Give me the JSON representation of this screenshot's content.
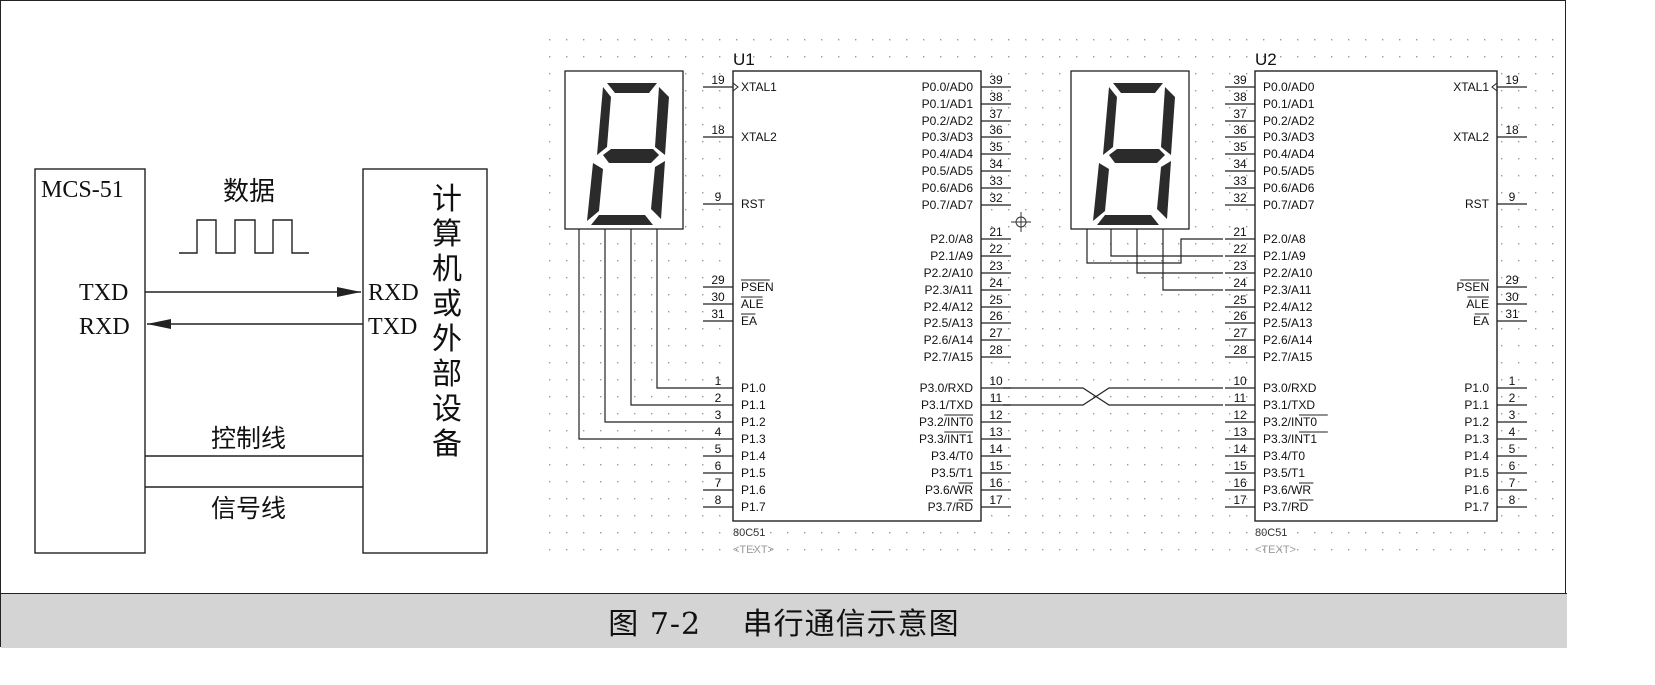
{
  "caption": "图 7-2　 串行通信示意图",
  "left_diagram": {
    "mcu_label": "MCS-51",
    "data_label": "数据",
    "txd_left": "TXD",
    "rxd_left": "RXD",
    "rxd_right": "RXD",
    "txd_right": "TXD",
    "device_label_chars": [
      "计",
      "算",
      "机",
      "或",
      "外",
      "部",
      "设",
      "备"
    ],
    "control_line": "控制线",
    "signal_line": "信号线"
  },
  "u1": {
    "ref": "U1",
    "part": "80C51",
    "text": "<TEXT>",
    "left_pins": [
      {
        "num": "19",
        "name": "XTAL1"
      },
      {
        "num": "18",
        "name": "XTAL2"
      },
      {
        "num": "9",
        "name": "RST"
      },
      {
        "num": "29",
        "name": "PSEN"
      },
      {
        "num": "30",
        "name": "ALE"
      },
      {
        "num": "31",
        "name": "EA"
      },
      {
        "num": "1",
        "name": "P1.0"
      },
      {
        "num": "2",
        "name": "P1.1"
      },
      {
        "num": "3",
        "name": "P1.2"
      },
      {
        "num": "4",
        "name": "P1.3"
      },
      {
        "num": "5",
        "name": "P1.4"
      },
      {
        "num": "6",
        "name": "P1.5"
      },
      {
        "num": "7",
        "name": "P1.6"
      },
      {
        "num": "8",
        "name": "P1.7"
      }
    ],
    "right_pins": [
      {
        "num": "39",
        "name": "P0.0/AD0"
      },
      {
        "num": "38",
        "name": "P0.1/AD1"
      },
      {
        "num": "37",
        "name": "P0.2/AD2"
      },
      {
        "num": "36",
        "name": "P0.3/AD3"
      },
      {
        "num": "35",
        "name": "P0.4/AD4"
      },
      {
        "num": "34",
        "name": "P0.5/AD5"
      },
      {
        "num": "33",
        "name": "P0.6/AD6"
      },
      {
        "num": "32",
        "name": "P0.7/AD7"
      },
      {
        "num": "21",
        "name": "P2.0/A8"
      },
      {
        "num": "22",
        "name": "P2.1/A9"
      },
      {
        "num": "23",
        "name": "P2.2/A10"
      },
      {
        "num": "24",
        "name": "P2.3/A11"
      },
      {
        "num": "25",
        "name": "P2.4/A12"
      },
      {
        "num": "26",
        "name": "P2.5/A13"
      },
      {
        "num": "27",
        "name": "P2.6/A14"
      },
      {
        "num": "28",
        "name": "P2.7/A15"
      },
      {
        "num": "10",
        "name": "P3.0/RXD"
      },
      {
        "num": "11",
        "name": "P3.1/TXD"
      },
      {
        "num": "12",
        "name": "P3.2/INT0"
      },
      {
        "num": "13",
        "name": "P3.3/INT1"
      },
      {
        "num": "14",
        "name": "P3.4/T0"
      },
      {
        "num": "15",
        "name": "P3.5/T1"
      },
      {
        "num": "16",
        "name": "P3.6/WR"
      },
      {
        "num": "17",
        "name": "P3.7/RD"
      }
    ]
  },
  "u2": {
    "ref": "U2",
    "part": "80C51",
    "text": "<TEXT>",
    "left_pins": [
      {
        "num": "39",
        "name": "P0.0/AD0"
      },
      {
        "num": "38",
        "name": "P0.1/AD1"
      },
      {
        "num": "37",
        "name": "P0.2/AD2"
      },
      {
        "num": "36",
        "name": "P0.3/AD3"
      },
      {
        "num": "35",
        "name": "P0.4/AD4"
      },
      {
        "num": "34",
        "name": "P0.5/AD5"
      },
      {
        "num": "33",
        "name": "P0.6/AD6"
      },
      {
        "num": "32",
        "name": "P0.7/AD7"
      },
      {
        "num": "21",
        "name": "P2.0/A8"
      },
      {
        "num": "22",
        "name": "P2.1/A9"
      },
      {
        "num": "23",
        "name": "P2.2/A10"
      },
      {
        "num": "24",
        "name": "P2.3/A11"
      },
      {
        "num": "25",
        "name": "P2.4/A12"
      },
      {
        "num": "26",
        "name": "P2.5/A13"
      },
      {
        "num": "27",
        "name": "P2.6/A14"
      },
      {
        "num": "28",
        "name": "P2.7/A15"
      },
      {
        "num": "10",
        "name": "P3.0/RXD"
      },
      {
        "num": "11",
        "name": "P3.1/TXD"
      },
      {
        "num": "12",
        "name": "P3.2/INT0"
      },
      {
        "num": "13",
        "name": "P3.3/INT1"
      },
      {
        "num": "14",
        "name": "P3.4/T0"
      },
      {
        "num": "15",
        "name": "P3.5/T1"
      },
      {
        "num": "16",
        "name": "P3.6/WR"
      },
      {
        "num": "17",
        "name": "P3.7/RD"
      }
    ],
    "right_pins": [
      {
        "num": "19",
        "name": "XTAL1"
      },
      {
        "num": "18",
        "name": "XTAL2"
      },
      {
        "num": "9",
        "name": "RST"
      },
      {
        "num": "29",
        "name": "PSEN"
      },
      {
        "num": "30",
        "name": "ALE"
      },
      {
        "num": "31",
        "name": "EA"
      },
      {
        "num": "1",
        "name": "P1.0"
      },
      {
        "num": "2",
        "name": "P1.1"
      },
      {
        "num": "3",
        "name": "P1.2"
      },
      {
        "num": "4",
        "name": "P1.3"
      },
      {
        "num": "5",
        "name": "P1.4"
      },
      {
        "num": "6",
        "name": "P1.5"
      },
      {
        "num": "7",
        "name": "P1.6"
      },
      {
        "num": "8",
        "name": "P1.7"
      }
    ]
  },
  "colors": {
    "line": "#222222",
    "segment": "#2b2b2b",
    "grid_dot": "#9a9a9a",
    "muted_text": "#9a9a9a",
    "caption_bg": "#d4d4d4"
  }
}
